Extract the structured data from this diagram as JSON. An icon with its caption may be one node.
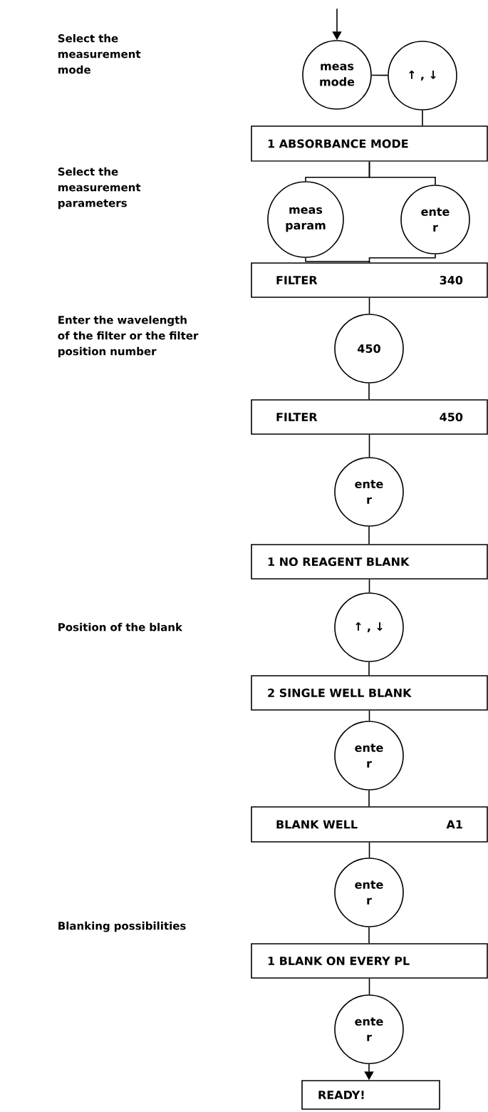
{
  "diagram": {
    "nodes": [
      {
        "text": [
          "meas mode"
        ]
      },
      {
        "text": [
          "↑ , ↓"
        ]
      },
      {
        "text": [
          "1 ABSORBANCE MODE"
        ]
      },
      {
        "text": [
          "meas param"
        ]
      },
      {
        "text": [
          "ente r"
        ]
      },
      {
        "text": [
          "FILTER",
          "340"
        ]
      },
      {
        "text": [
          "450"
        ]
      },
      {
        "text": [
          "FILTER",
          "450"
        ]
      },
      {
        "text": [
          "ente r"
        ]
      },
      {
        "text": [
          "1 NO REAGENT BLANK"
        ]
      },
      {
        "text": [
          "↑ , ↓"
        ]
      },
      {
        "text": [
          "2 SINGLE WELL BLANK"
        ]
      },
      {
        "text": [
          "ente r"
        ]
      },
      {
        "text": [
          "BLANK WELL",
          "A1"
        ]
      },
      {
        "text": [
          "ente r"
        ]
      },
      {
        "text": [
          "1 BLANK ON EVERY PL"
        ]
      },
      {
        "text": [
          "ente r"
        ]
      },
      {
        "text": [
          "READY!"
        ]
      }
    ],
    "edges": [
      {
        "from": null,
        "to": 0,
        "arrow": "to"
      },
      {
        "from": 0,
        "to": 1,
        "arrow": "none"
      },
      {
        "from": 1,
        "to": 2,
        "arrow": "none"
      },
      {
        "from": 2,
        "to": 3,
        "arrow": "none"
      },
      {
        "from": 2,
        "to": 4,
        "arrow": "none"
      },
      {
        "from": 3,
        "to": 5,
        "arrow": "none"
      },
      {
        "from": 4,
        "to": 5,
        "arrow": "none"
      },
      {
        "from": 5,
        "to": 6,
        "arrow": "none"
      },
      {
        "from": 6,
        "to": 7,
        "arrow": "none"
      },
      {
        "from": 7,
        "to": 8,
        "arrow": "none"
      },
      {
        "from": 8,
        "to": 9,
        "arrow": "none"
      },
      {
        "from": 9,
        "to": 10,
        "arrow": "none"
      },
      {
        "from": 10,
        "to": 11,
        "arrow": "none"
      },
      {
        "from": 11,
        "to": 12,
        "arrow": "none"
      },
      {
        "from": 12,
        "to": 13,
        "arrow": "none"
      },
      {
        "from": 13,
        "to": 14,
        "arrow": "none"
      },
      {
        "from": 14,
        "to": 15,
        "arrow": "none"
      },
      {
        "from": 15,
        "to": 16,
        "arrow": "none"
      },
      {
        "from": 16,
        "to": 17,
        "arrow": "to"
      }
    ],
    "labels": [
      "Select the measurement mode",
      "Select the measurement parameters",
      "Enter the wavelength of the filter or the filter position number",
      "Position of the blank",
      "Blanking possibilities"
    ]
  }
}
